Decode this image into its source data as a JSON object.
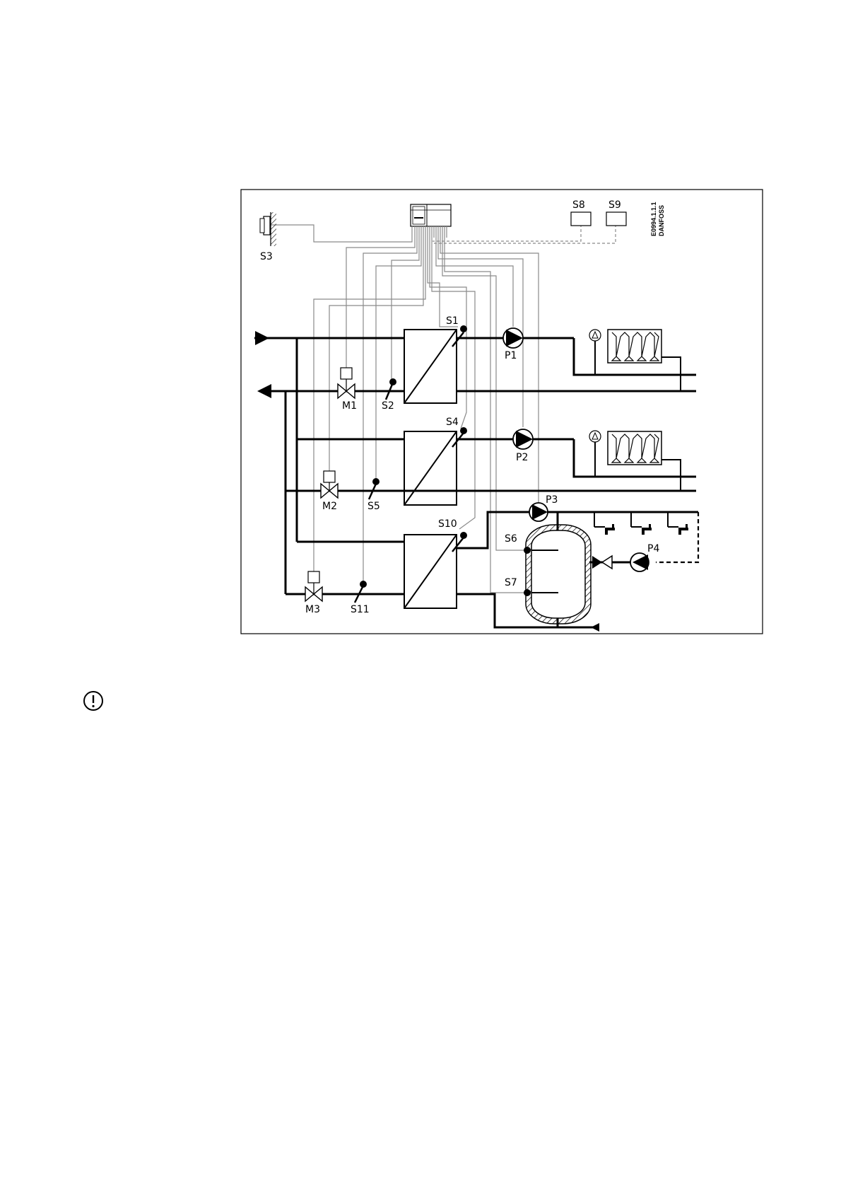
{
  "diagram": {
    "code": "E0994.1.1.1",
    "brand": "DANFOSS",
    "labels": {
      "S1": "S1",
      "S2": "S2",
      "S3": "S3",
      "S4": "S4",
      "S5": "S5",
      "S6": "S6",
      "S7": "S7",
      "S8": "S8",
      "S9": "S9",
      "S10": "S10",
      "S11": "S11",
      "M1": "M1",
      "M2": "M2",
      "M3": "M3",
      "P1": "P1",
      "P2": "P2",
      "P3": "P3",
      "P4": "P4"
    }
  },
  "icons": {
    "notice": "exclamation-circle-icon"
  }
}
